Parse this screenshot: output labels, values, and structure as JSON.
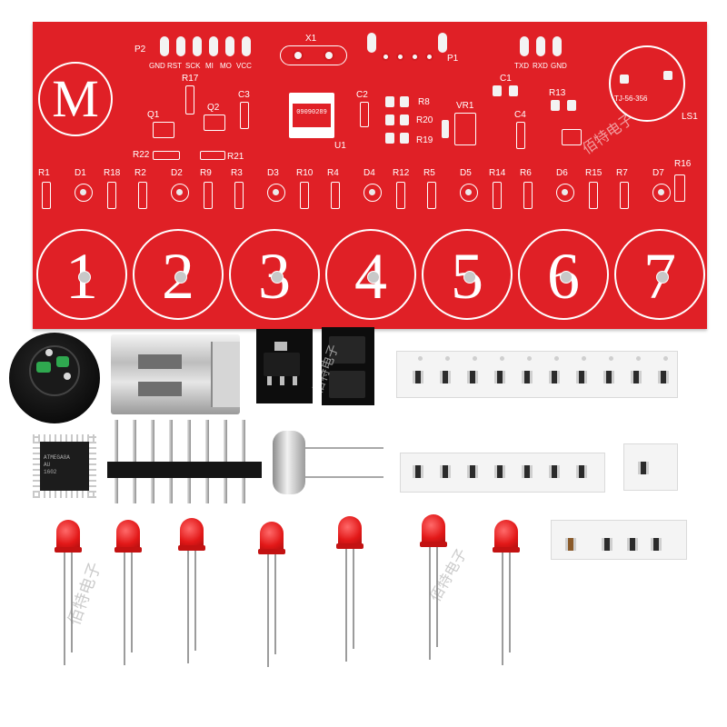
{
  "pcb": {
    "connector_labels": {
      "p2": "P2",
      "x1": "X1",
      "p1": "P1",
      "gnd_left": "GND",
      "rst": "RST",
      "sck": "SCK",
      "mi": "MI",
      "mo": "MO",
      "vcc": "VCC",
      "txd": "TXD",
      "rxd": "RXD",
      "gnd_right": "GND"
    },
    "logo_letter": "M",
    "ic_marking": "09090289",
    "ref_labels": {
      "r17": "R17",
      "c3": "C3",
      "q1": "Q1",
      "q2": "Q2",
      "r22": "R22",
      "r21": "R21",
      "c2": "C2",
      "u1": "U1",
      "r8": "R8",
      "r20": "R20",
      "r19": "R19",
      "vr1": "VR1",
      "c1": "C1",
      "c4": "C4",
      "r13": "R13",
      "ls1": "LS1",
      "r16": "R16"
    },
    "buzzer_marking": "TJ-56-356",
    "watermark_top": "佰特电子",
    "led_row": [
      {
        "r": "R1",
        "d": "D1",
        "r2": "R18"
      },
      {
        "r": "R2",
        "d": "D2",
        "r2": "R9"
      },
      {
        "r": "R3",
        "d": "D3",
        "r2": "R10"
      },
      {
        "r": "R4",
        "d": "D4",
        "r2": "R12"
      },
      {
        "r": "R5",
        "d": "D5",
        "r2": "R14"
      },
      {
        "r": "R6",
        "d": "D6",
        "r2": "R15"
      },
      {
        "r": "R7",
        "d": "D7",
        "r2": ""
      }
    ],
    "keys": [
      "1",
      "2",
      "3",
      "4",
      "5",
      "6",
      "7"
    ]
  },
  "components": {
    "mcu_marking": [
      "ATMEGA8A",
      "AU",
      "1602"
    ],
    "watermark_left": "佰特电子",
    "watermark_middle": "佰特电子",
    "watermark_right": "佰特电子",
    "led_count": 7
  },
  "colors": {
    "pcb_red": "#e02026",
    "silk_white": "#ffffff",
    "led_red": "#e21818",
    "background": "#ffffff"
  }
}
